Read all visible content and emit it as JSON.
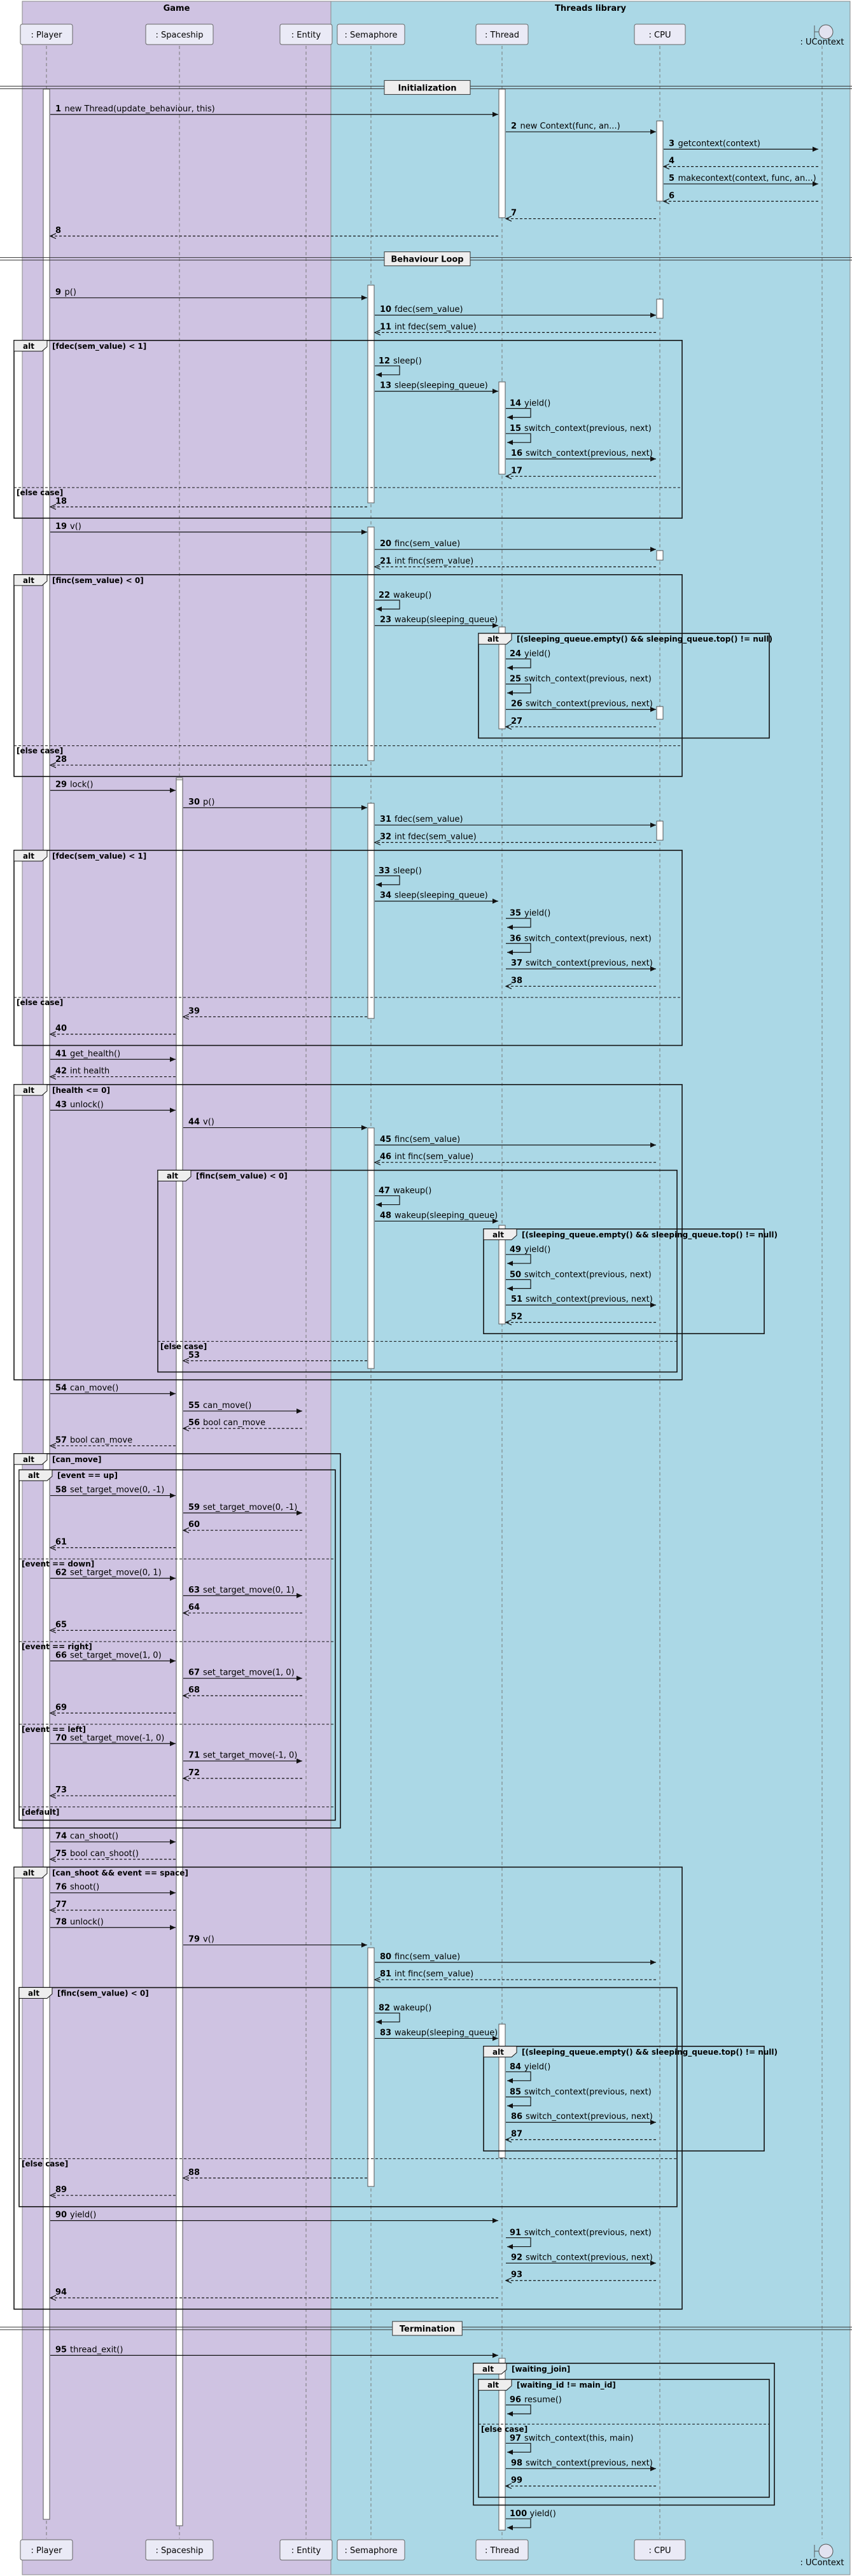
{
  "groups": [
    {
      "title": "Game",
      "color": "#cfc3e2",
      "participants": [
        "player",
        "spaceship",
        "entity"
      ]
    },
    {
      "title": "Threads library",
      "color": "#abd8e6",
      "participants": [
        "semaphore",
        "thread",
        "cpu",
        "ucontext"
      ]
    }
  ],
  "participants": [
    {
      "id": "player",
      "label": ": Player",
      "kind": "box"
    },
    {
      "id": "spaceship",
      "label": ": Spaceship",
      "kind": "box"
    },
    {
      "id": "entity",
      "label": ": Entity",
      "kind": "box"
    },
    {
      "id": "semaphore",
      "label": ": Semaphore",
      "kind": "box"
    },
    {
      "id": "thread",
      "label": ": Thread",
      "kind": "box"
    },
    {
      "id": "cpu",
      "label": ": CPU",
      "kind": "box"
    },
    {
      "id": "ucontext",
      "label": ": UContext",
      "kind": "boundary"
    }
  ],
  "events": [
    {
      "t": "divider",
      "label": "Initialization"
    },
    {
      "t": "msg",
      "n": "1",
      "from": "player",
      "to": "thread",
      "label": "new Thread(update_behaviour, this)"
    },
    {
      "t": "msg",
      "n": "2",
      "from": "thread",
      "to": "cpu",
      "label": "new Context(func, an...)"
    },
    {
      "t": "msg",
      "n": "3",
      "from": "cpu",
      "to": "ucontext",
      "label": "getcontext(context)"
    },
    {
      "t": "ret",
      "n": "4",
      "from": "ucontext",
      "to": "cpu",
      "label": ""
    },
    {
      "t": "msg",
      "n": "5",
      "from": "cpu",
      "to": "ucontext",
      "label": "makecontext(context, func, an...)"
    },
    {
      "t": "ret",
      "n": "6",
      "from": "ucontext",
      "to": "cpu",
      "label": ""
    },
    {
      "t": "ret",
      "n": "7",
      "from": "cpu",
      "to": "thread",
      "label": ""
    },
    {
      "t": "ret",
      "n": "8",
      "from": "thread",
      "to": "player",
      "label": ""
    },
    {
      "t": "divider",
      "label": "Behaviour Loop"
    },
    {
      "t": "gap"
    },
    {
      "t": "msg",
      "n": "9",
      "from": "player",
      "to": "semaphore",
      "label": "p()"
    },
    {
      "t": "msg",
      "n": "10",
      "from": "semaphore",
      "to": "cpu",
      "label": "fdec(sem_value)"
    },
    {
      "t": "ret",
      "n": "11",
      "from": "cpu",
      "to": "semaphore",
      "label": "int fdec(sem_value)"
    },
    {
      "t": "alt",
      "label": "alt",
      "cond": "[fdec(sem_value) < 1]",
      "from": "player",
      "to": "ucontext"
    },
    {
      "t": "msg",
      "n": "12",
      "from": "semaphore",
      "to": "semaphore",
      "label": "sleep()"
    },
    {
      "t": "msg",
      "n": "13",
      "from": "semaphore",
      "to": "thread",
      "label": "sleep(sleeping_queue)"
    },
    {
      "t": "msg",
      "n": "14",
      "from": "thread",
      "to": "thread",
      "label": "yield()"
    },
    {
      "t": "msg",
      "n": "15",
      "from": "thread",
      "to": "thread",
      "label": "switch_context(previous, next)"
    },
    {
      "t": "msg",
      "n": "16",
      "from": "thread",
      "to": "cpu",
      "label": "switch_context(previous, next)"
    },
    {
      "t": "ret",
      "n": "17",
      "from": "cpu",
      "to": "thread",
      "label": ""
    },
    {
      "t": "else",
      "label": "[else case]"
    },
    {
      "t": "ret",
      "n": "18",
      "from": "semaphore",
      "to": "player",
      "label": ""
    },
    {
      "t": "end"
    },
    {
      "t": "msg",
      "n": "19",
      "from": "player",
      "to": "semaphore",
      "label": "v()"
    },
    {
      "t": "msg",
      "n": "20",
      "from": "semaphore",
      "to": "cpu",
      "label": "finc(sem_value)"
    },
    {
      "t": "ret",
      "n": "21",
      "from": "cpu",
      "to": "semaphore",
      "label": "int finc(sem_value)"
    },
    {
      "t": "alt",
      "label": "alt",
      "cond": "[finc(sem_value) < 0]",
      "from": "player",
      "to": "ucontext"
    },
    {
      "t": "msg",
      "n": "22",
      "from": "semaphore",
      "to": "semaphore",
      "label": "wakeup()"
    },
    {
      "t": "msg",
      "n": "23",
      "from": "semaphore",
      "to": "thread",
      "label": "wakeup(sleeping_queue)"
    },
    {
      "t": "alt",
      "label": "alt",
      "cond": "[(sleeping_queue.empty() && sleeping_queue.top() != null)",
      "from": "thread",
      "to": "cpu"
    },
    {
      "t": "msg",
      "n": "24",
      "from": "thread",
      "to": "thread",
      "label": "yield()"
    },
    {
      "t": "msg",
      "n": "25",
      "from": "thread",
      "to": "thread",
      "label": "switch_context(previous, next)"
    },
    {
      "t": "msg",
      "n": "26",
      "from": "thread",
      "to": "cpu",
      "label": "switch_context(previous, next)"
    },
    {
      "t": "ret",
      "n": "27",
      "from": "cpu",
      "to": "thread",
      "label": ""
    },
    {
      "t": "end"
    },
    {
      "t": "else",
      "label": "[else case]"
    },
    {
      "t": "ret",
      "n": "28",
      "from": "semaphore",
      "to": "player",
      "label": ""
    },
    {
      "t": "end"
    },
    {
      "t": "msg",
      "n": "29",
      "from": "player",
      "to": "spaceship",
      "label": "lock()"
    },
    {
      "t": "msg",
      "n": "30",
      "from": "spaceship",
      "to": "semaphore",
      "label": "p()"
    },
    {
      "t": "msg",
      "n": "31",
      "from": "semaphore",
      "to": "cpu",
      "label": "fdec(sem_value)"
    },
    {
      "t": "ret",
      "n": "32",
      "from": "cpu",
      "to": "semaphore",
      "label": "int fdec(sem_value)"
    },
    {
      "t": "alt",
      "label": "alt",
      "cond": "[fdec(sem_value) < 1]",
      "from": "player",
      "to": "ucontext"
    },
    {
      "t": "msg",
      "n": "33",
      "from": "semaphore",
      "to": "semaphore",
      "label": "sleep()"
    },
    {
      "t": "msg",
      "n": "34",
      "from": "semaphore",
      "to": "thread",
      "label": "sleep(sleeping_queue)"
    },
    {
      "t": "msg",
      "n": "35",
      "from": "thread",
      "to": "thread",
      "label": "yield()"
    },
    {
      "t": "msg",
      "n": "36",
      "from": "thread",
      "to": "thread",
      "label": "switch_context(previous, next)"
    },
    {
      "t": "msg",
      "n": "37",
      "from": "thread",
      "to": "cpu",
      "label": "switch_context(previous, next)"
    },
    {
      "t": "ret",
      "n": "38",
      "from": "cpu",
      "to": "thread",
      "label": ""
    },
    {
      "t": "else",
      "label": "[else case]"
    },
    {
      "t": "ret",
      "n": "39",
      "from": "semaphore",
      "to": "spaceship",
      "label": ""
    },
    {
      "t": "ret",
      "n": "40",
      "from": "spaceship",
      "to": "player",
      "label": ""
    },
    {
      "t": "end"
    },
    {
      "t": "msg",
      "n": "41",
      "from": "player",
      "to": "spaceship",
      "label": "get_health()"
    },
    {
      "t": "ret",
      "n": "42",
      "from": "spaceship",
      "to": "player",
      "label": "int health"
    },
    {
      "t": "alt",
      "label": "alt",
      "cond": "[health <= 0]",
      "from": "player",
      "to": "ucontext"
    },
    {
      "t": "msg",
      "n": "43",
      "from": "player",
      "to": "spaceship",
      "label": "unlock()"
    },
    {
      "t": "msg",
      "n": "44",
      "from": "spaceship",
      "to": "semaphore",
      "label": "v()"
    },
    {
      "t": "msg",
      "n": "45",
      "from": "semaphore",
      "to": "cpu",
      "label": "finc(sem_value)"
    },
    {
      "t": "ret",
      "n": "46",
      "from": "cpu",
      "to": "semaphore",
      "label": "int finc(sem_value)"
    },
    {
      "t": "alt",
      "label": "alt",
      "cond": "[finc(sem_value) < 0]",
      "from": "spaceship",
      "to": "ucontext"
    },
    {
      "t": "msg",
      "n": "47",
      "from": "semaphore",
      "to": "semaphore",
      "label": "wakeup()"
    },
    {
      "t": "msg",
      "n": "48",
      "from": "semaphore",
      "to": "thread",
      "label": "wakeup(sleeping_queue)"
    },
    {
      "t": "alt",
      "label": "alt",
      "cond": "[(sleeping_queue.empty() && sleeping_queue.top() != null)",
      "from": "thread",
      "to": "cpu"
    },
    {
      "t": "msg",
      "n": "49",
      "from": "thread",
      "to": "thread",
      "label": "yield()"
    },
    {
      "t": "msg",
      "n": "50",
      "from": "thread",
      "to": "thread",
      "label": "switch_context(previous, next)"
    },
    {
      "t": "msg",
      "n": "51",
      "from": "thread",
      "to": "cpu",
      "label": "switch_context(previous, next)"
    },
    {
      "t": "ret",
      "n": "52",
      "from": "cpu",
      "to": "thread",
      "label": ""
    },
    {
      "t": "end"
    },
    {
      "t": "else",
      "label": "[else case]"
    },
    {
      "t": "ret",
      "n": "53",
      "from": "semaphore",
      "to": "spaceship",
      "label": ""
    },
    {
      "t": "end"
    },
    {
      "t": "end"
    },
    {
      "t": "msg",
      "n": "54",
      "from": "player",
      "to": "spaceship",
      "label": "can_move()"
    },
    {
      "t": "msg",
      "n": "55",
      "from": "spaceship",
      "to": "entity",
      "label": "can_move()"
    },
    {
      "t": "ret",
      "n": "56",
      "from": "entity",
      "to": "spaceship",
      "label": "bool can_move"
    },
    {
      "t": "ret",
      "n": "57",
      "from": "spaceship",
      "to": "player",
      "label": "bool can_move"
    },
    {
      "t": "alt",
      "label": "alt",
      "cond": "[can_move]",
      "from": "player",
      "to": "entity"
    },
    {
      "t": "alt",
      "label": "alt",
      "cond": "[event == up]",
      "from": "player",
      "to": "entity"
    },
    {
      "t": "msg",
      "n": "58",
      "from": "player",
      "to": "spaceship",
      "label": "set_target_move(0, -1)"
    },
    {
      "t": "msg",
      "n": "59",
      "from": "spaceship",
      "to": "entity",
      "label": "set_target_move(0, -1)"
    },
    {
      "t": "ret",
      "n": "60",
      "from": "entity",
      "to": "spaceship",
      "label": ""
    },
    {
      "t": "ret",
      "n": "61",
      "from": "spaceship",
      "to": "player",
      "label": ""
    },
    {
      "t": "else",
      "label": "[event == down]"
    },
    {
      "t": "msg",
      "n": "62",
      "from": "player",
      "to": "spaceship",
      "label": "set_target_move(0, 1)"
    },
    {
      "t": "msg",
      "n": "63",
      "from": "spaceship",
      "to": "entity",
      "label": "set_target_move(0, 1)"
    },
    {
      "t": "ret",
      "n": "64",
      "from": "entity",
      "to": "spaceship",
      "label": ""
    },
    {
      "t": "ret",
      "n": "65",
      "from": "spaceship",
      "to": "player",
      "label": ""
    },
    {
      "t": "else",
      "label": "[event == right]"
    },
    {
      "t": "msg",
      "n": "66",
      "from": "player",
      "to": "spaceship",
      "label": "set_target_move(1, 0)"
    },
    {
      "t": "msg",
      "n": "67",
      "from": "spaceship",
      "to": "entity",
      "label": "set_target_move(1, 0)"
    },
    {
      "t": "ret",
      "n": "68",
      "from": "entity",
      "to": "spaceship",
      "label": ""
    },
    {
      "t": "ret",
      "n": "69",
      "from": "spaceship",
      "to": "player",
      "label": ""
    },
    {
      "t": "else",
      "label": "[event == left]"
    },
    {
      "t": "msg",
      "n": "70",
      "from": "player",
      "to": "spaceship",
      "label": "set_target_move(-1, 0)"
    },
    {
      "t": "msg",
      "n": "71",
      "from": "spaceship",
      "to": "entity",
      "label": "set_target_move(-1, 0)"
    },
    {
      "t": "ret",
      "n": "72",
      "from": "entity",
      "to": "spaceship",
      "label": ""
    },
    {
      "t": "ret",
      "n": "73",
      "from": "spaceship",
      "to": "player",
      "label": ""
    },
    {
      "t": "else",
      "label": "[default]"
    },
    {
      "t": "end"
    },
    {
      "t": "end"
    },
    {
      "t": "msg",
      "n": "74",
      "from": "player",
      "to": "spaceship",
      "label": "can_shoot()"
    },
    {
      "t": "ret",
      "n": "75",
      "from": "spaceship",
      "to": "player",
      "label": "bool can_shoot()"
    },
    {
      "t": "alt",
      "label": "alt",
      "cond": "[can_shoot && event == space]",
      "from": "player",
      "to": "ucontext"
    },
    {
      "t": "msg",
      "n": "76",
      "from": "player",
      "to": "spaceship",
      "label": "shoot()"
    },
    {
      "t": "ret",
      "n": "77",
      "from": "spaceship",
      "to": "player",
      "label": ""
    },
    {
      "t": "msg",
      "n": "78",
      "from": "player",
      "to": "spaceship",
      "label": "unlock()"
    },
    {
      "t": "msg",
      "n": "79",
      "from": "spaceship",
      "to": "semaphore",
      "label": "v()"
    },
    {
      "t": "msg",
      "n": "80",
      "from": "semaphore",
      "to": "cpu",
      "label": "finc(sem_value)"
    },
    {
      "t": "ret",
      "n": "81",
      "from": "cpu",
      "to": "semaphore",
      "label": "int finc(sem_value)"
    },
    {
      "t": "alt",
      "label": "alt",
      "cond": "[finc(sem_value) < 0]",
      "from": "player",
      "to": "ucontext"
    },
    {
      "t": "msg",
      "n": "82",
      "from": "semaphore",
      "to": "semaphore",
      "label": "wakeup()"
    },
    {
      "t": "msg",
      "n": "83",
      "from": "semaphore",
      "to": "thread",
      "label": "wakeup(sleeping_queue)"
    },
    {
      "t": "alt",
      "label": "alt",
      "cond": "[(sleeping_queue.empty() && sleeping_queue.top() != null)",
      "from": "thread",
      "to": "cpu"
    },
    {
      "t": "msg",
      "n": "84",
      "from": "thread",
      "to": "thread",
      "label": "yield()"
    },
    {
      "t": "msg",
      "n": "85",
      "from": "thread",
      "to": "thread",
      "label": "switch_context(previous, next)"
    },
    {
      "t": "msg",
      "n": "86",
      "from": "thread",
      "to": "cpu",
      "label": "switch_context(previous, next)"
    },
    {
      "t": "ret",
      "n": "87",
      "from": "cpu",
      "to": "thread",
      "label": ""
    },
    {
      "t": "end"
    },
    {
      "t": "else",
      "label": "[else case]"
    },
    {
      "t": "ret",
      "n": "88",
      "from": "semaphore",
      "to": "spaceship",
      "label": ""
    },
    {
      "t": "ret",
      "n": "89",
      "from": "spaceship",
      "to": "player",
      "label": ""
    },
    {
      "t": "end"
    },
    {
      "t": "msg",
      "n": "90",
      "from": "player",
      "to": "thread",
      "label": "yield()"
    },
    {
      "t": "msg",
      "n": "91",
      "from": "thread",
      "to": "thread",
      "label": "switch_context(previous, next)"
    },
    {
      "t": "msg",
      "n": "92",
      "from": "thread",
      "to": "cpu",
      "label": "switch_context(previous, next)"
    },
    {
      "t": "ret",
      "n": "93",
      "from": "cpu",
      "to": "thread",
      "label": ""
    },
    {
      "t": "ret",
      "n": "94",
      "from": "thread",
      "to": "player",
      "label": ""
    },
    {
      "t": "end"
    },
    {
      "t": "divider",
      "label": "Termination"
    },
    {
      "t": "msg",
      "n": "95",
      "from": "player",
      "to": "thread",
      "label": "thread_exit()"
    },
    {
      "t": "alt",
      "label": "alt",
      "cond": "[waiting_join]",
      "from": "thread",
      "to": "cpu"
    },
    {
      "t": "alt",
      "label": "alt",
      "cond": "[waiting_id != main_id]",
      "from": "thread",
      "to": "cpu"
    },
    {
      "t": "msg",
      "n": "96",
      "from": "thread",
      "to": "thread",
      "label": "resume()"
    },
    {
      "t": "else",
      "label": "[else case]"
    },
    {
      "t": "msg",
      "n": "97",
      "from": "thread",
      "to": "thread",
      "label": "switch_context(this, main)"
    },
    {
      "t": "msg",
      "n": "98",
      "from": "thread",
      "to": "cpu",
      "label": "switch_context(previous, next)"
    },
    {
      "t": "ret",
      "n": "99",
      "from": "cpu",
      "to": "thread",
      "label": ""
    },
    {
      "t": "end"
    },
    {
      "t": "end"
    },
    {
      "t": "msg",
      "n": "100",
      "from": "thread",
      "to": "thread",
      "label": "yield()"
    }
  ]
}
